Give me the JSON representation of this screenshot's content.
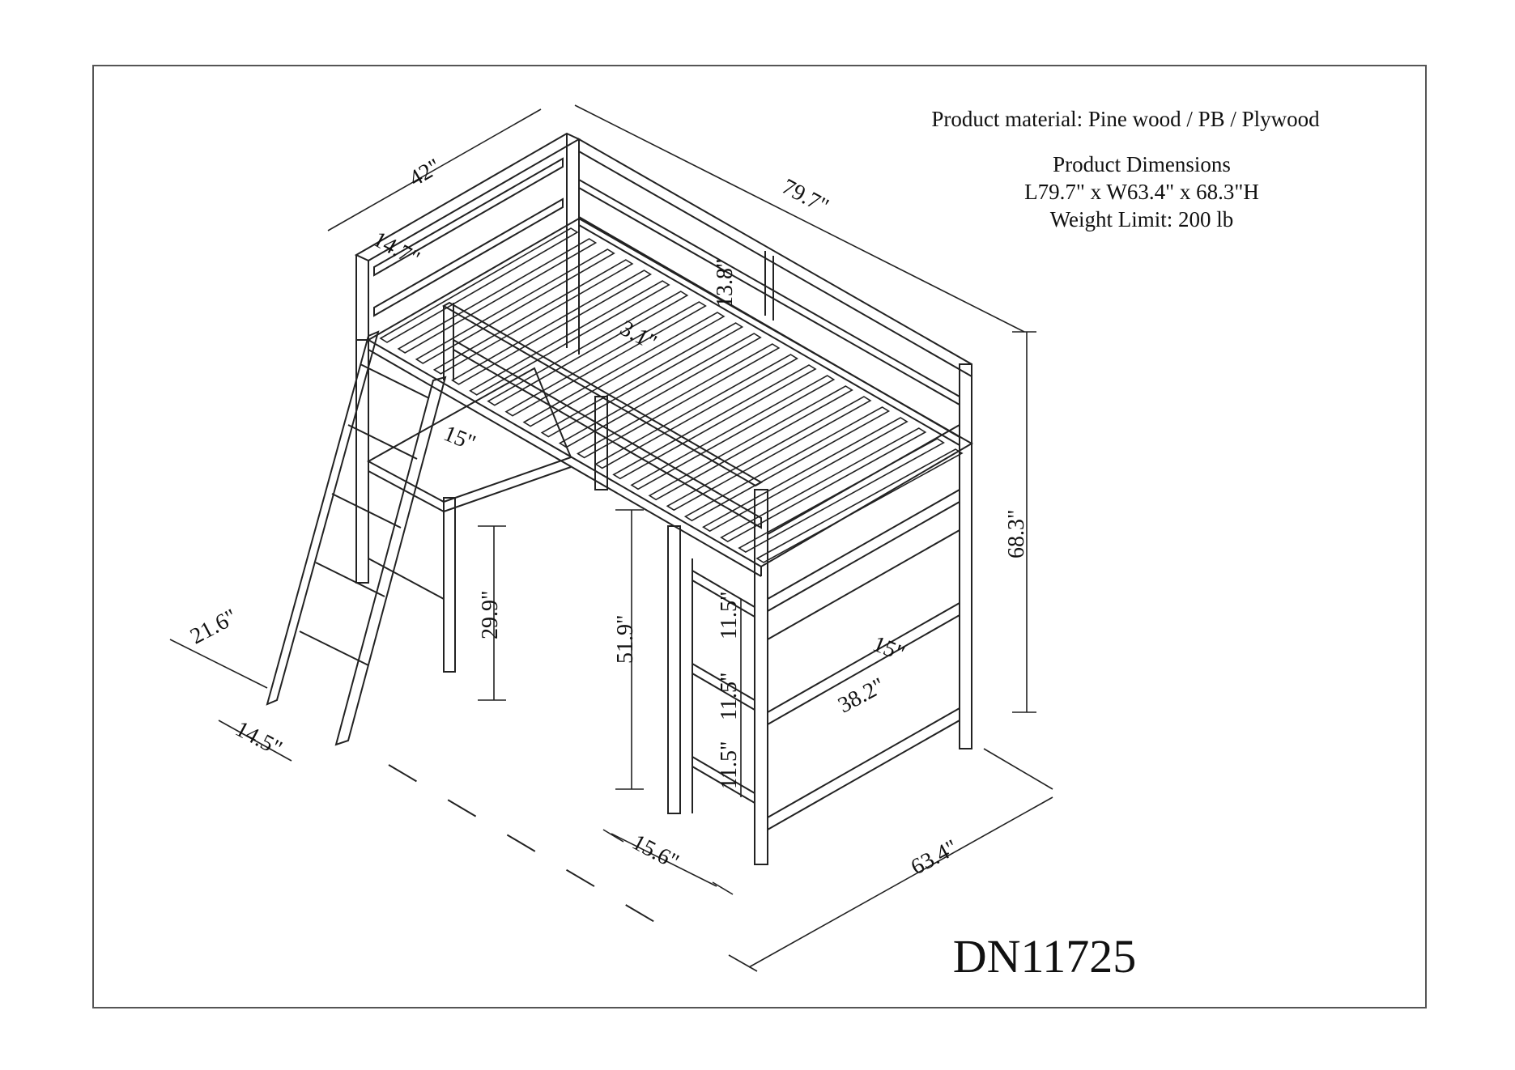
{
  "info": {
    "material": "Product material: Pine wood / PB / Plywood",
    "dimensions_title": "Product Dimensions",
    "dimensions_value": "L79.7\" x W63.4\" x 68.3\"H",
    "weight_limit": "Weight Limit: 200 lb"
  },
  "model": "DN11725",
  "labels": {
    "width_top": "42\"",
    "length": "79.7\"",
    "ladder_top": "14.7\"",
    "guard_height": "13.8\"",
    "slat_gap": "3.1\"",
    "desk_depth": "15\"",
    "height": "68.3\"",
    "ladder_width": "21.6\"",
    "desk_height": "29.9\"",
    "clearance": "51.9\"",
    "shelf_gap_1": "11.5\"",
    "shelf_gap_2": "11.5\"",
    "shelf_gap_3": "11.5\"",
    "shelf_depth": "15\"",
    "shelf_width": "38.2\"",
    "ladder_base": "14.5\"",
    "bookcase_depth": "15.6\"",
    "overall_width": "63.4\""
  },
  "colors": {
    "line": "#222222",
    "frame": "#555555"
  }
}
